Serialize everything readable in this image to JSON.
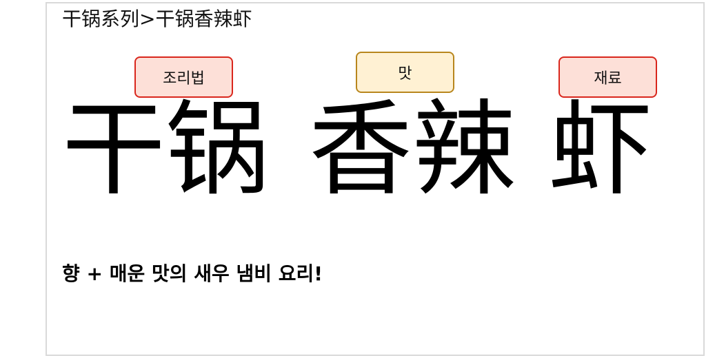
{
  "breadcrumb": "干锅系列>干锅香辣虾",
  "tags": {
    "method": {
      "label": "조리법",
      "fill": "#fde0d8",
      "border": "#d9261c"
    },
    "taste": {
      "label": "맛",
      "fill": "#fff1d3",
      "border": "#b8861c"
    },
    "ingredient": {
      "label": "재료",
      "fill": "#fde0d8",
      "border": "#d9261c"
    }
  },
  "title_chars": [
    "干",
    "锅",
    "香",
    "辣",
    "虾"
  ],
  "summary": "향 + 매운 맛의 새우 냄비 요리!"
}
